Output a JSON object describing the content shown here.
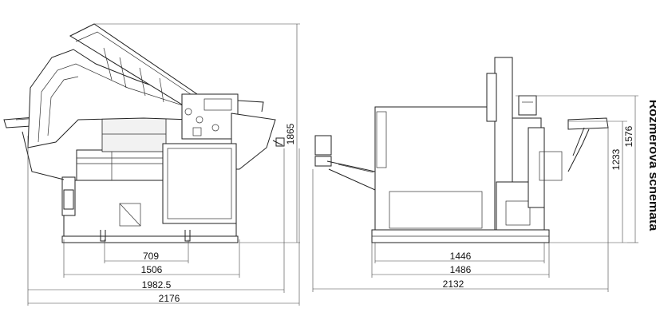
{
  "title": "Rozměrová schémata",
  "dimensions": {
    "front_view": {
      "d709": "709",
      "d1506": "1506",
      "d1982_5": "1982.5",
      "d2176": "2176",
      "height_1865": "1865"
    },
    "side_view": {
      "d1446": "1446",
      "d1486": "1486",
      "d2132": "2132",
      "height_1233": "1233",
      "height_1576": "1576"
    }
  }
}
